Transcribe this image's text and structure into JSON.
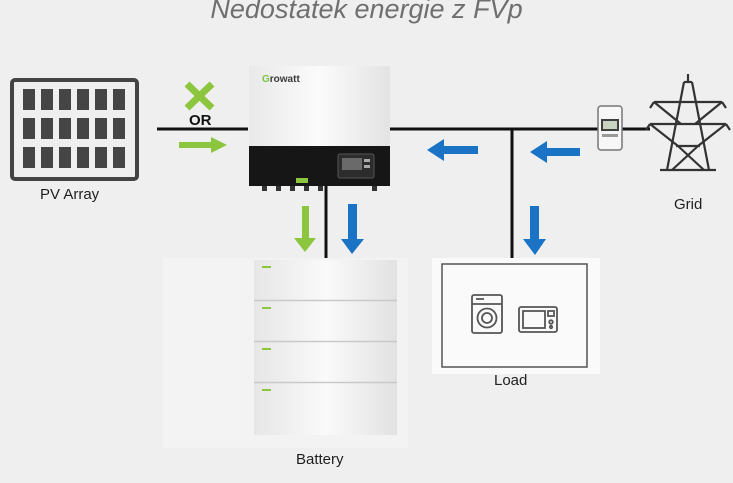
{
  "title": "Nedostatek energie z FVp",
  "labels": {
    "pv_array": "PV Array",
    "grid": "Grid",
    "load": "Load",
    "battery": "Battery",
    "or": "OR"
  },
  "inverter_brand": {
    "first_letter": "G",
    "rest": "rowatt"
  },
  "icons": [
    "solar-panel-icon",
    "inverter-icon",
    "battery-stack-icon",
    "power-pylon-icon",
    "energy-meter-icon",
    "washing-machine-icon",
    "microwave-icon",
    "cross-icon"
  ],
  "colors": {
    "flow_blue": "#1a73c4",
    "flow_green": "#8cc63f",
    "cross_green": "#8cc63f",
    "line": "#111111",
    "background": "#efefef"
  }
}
